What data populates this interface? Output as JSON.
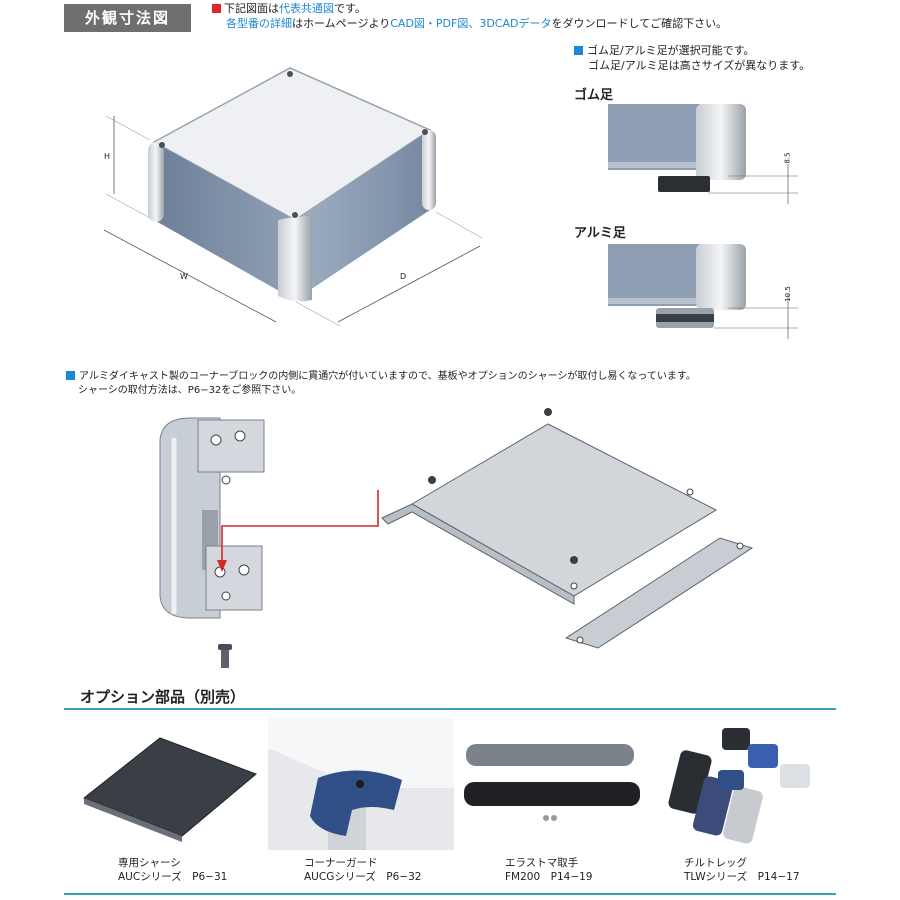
{
  "header": {
    "tag": "外観寸法図",
    "note1_pre": "下記図面は",
    "note1_link": "代表共通図",
    "note1_post": "です。",
    "note2_link1": "各型番の詳細",
    "note2_mid": "はホームページより",
    "note2_link2": "CAD図・PDF図、3DCADデータ",
    "note2_post": "をダウンロードしてご確認下さい。"
  },
  "feet_note": {
    "line1": "ゴム足/アルミ足が選択可能です。",
    "line2": "ゴム足/アルミ足は高さサイズが異なります。"
  },
  "rubber_foot": {
    "title": "ゴム足",
    "dim": "8.5"
  },
  "alu_foot": {
    "title": "アルミ足",
    "dim": "10.5"
  },
  "box_dims": {
    "h": "H",
    "w": "W",
    "d": "D"
  },
  "chassis_note": {
    "line1": "アルミダイキャスト製のコーナーブロックの内側に貫通穴が付いていますので、基板やオプションのシャーシが取付し易くなっています。",
    "line2": "シャーシの取付方法は、P6−32をご参照下さい。"
  },
  "options": {
    "title": "オプション部品（別売）",
    "items": [
      {
        "name": "専用シャーシ",
        "series": "AUCシリーズ　P6−31"
      },
      {
        "name": "コーナーガード",
        "series": "AUCGシリーズ　P6−32"
      },
      {
        "name": "エラストマ取手",
        "series": "FM200　P14−19"
      },
      {
        "name": "チルトレッグ",
        "series": "TLWシリーズ　P14−17"
      }
    ]
  },
  "colors": {
    "accent": "#1a8ad4",
    "red": "#e0262b",
    "rule": "#3aa0b8",
    "tag_bg": "#6f6f70"
  }
}
